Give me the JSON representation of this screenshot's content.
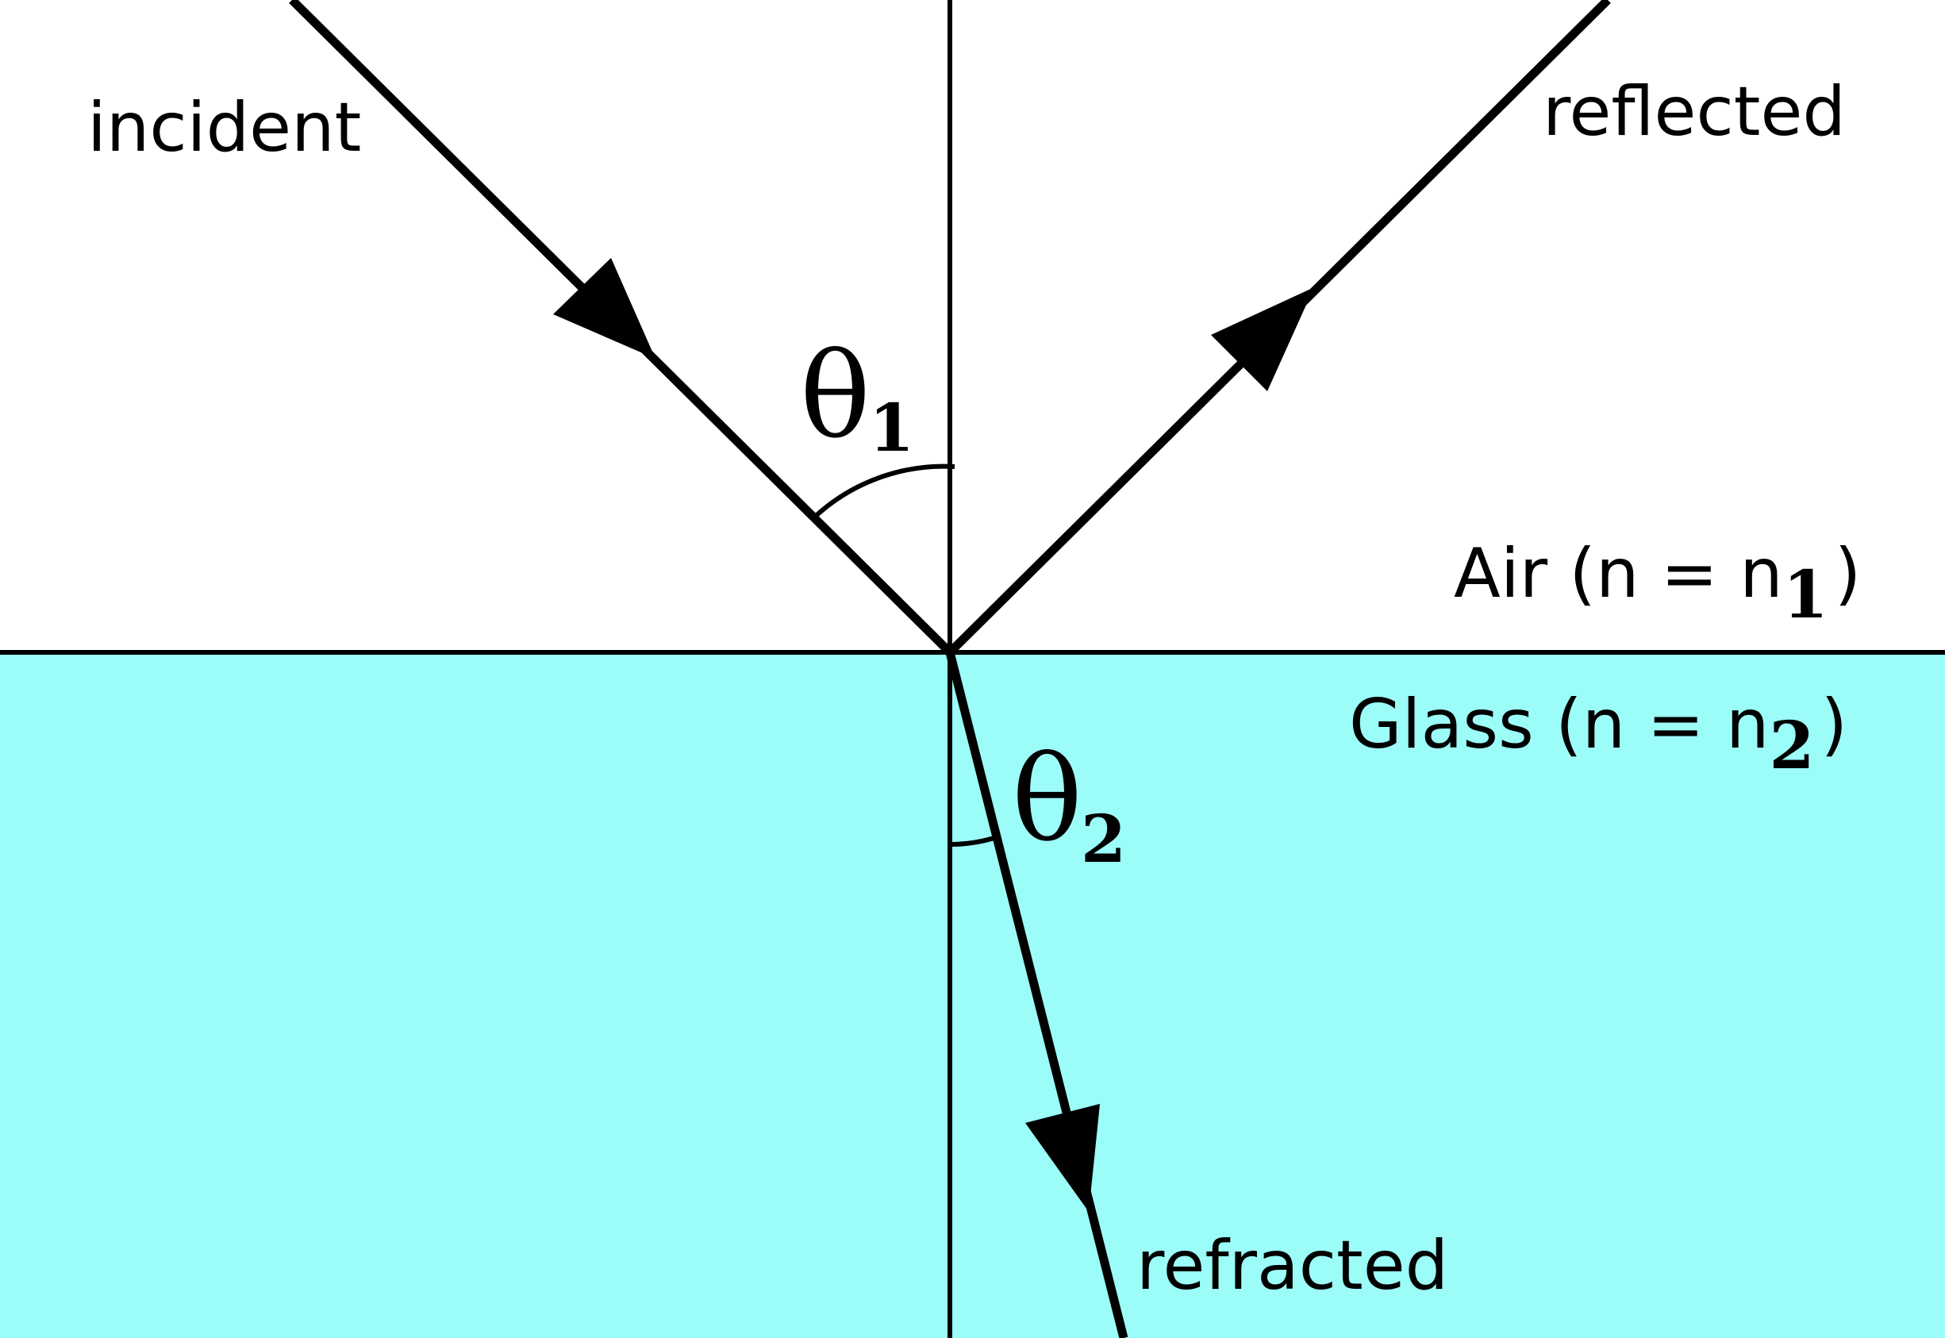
{
  "labels": {
    "incident": "incident",
    "reflected": "reflected",
    "refracted": "refracted",
    "theta": "θ",
    "theta1_sub": "1",
    "theta2_sub": "2",
    "air_prefix": "Air (n = n",
    "air_sub": "1",
    "air_suffix": ")",
    "glass_prefix": "Glass (n = n",
    "glass_sub": "2",
    "glass_suffix": ")"
  },
  "colors": {
    "glass": "#9bfcf8",
    "air": "#ffffff",
    "line": "#000000"
  }
}
